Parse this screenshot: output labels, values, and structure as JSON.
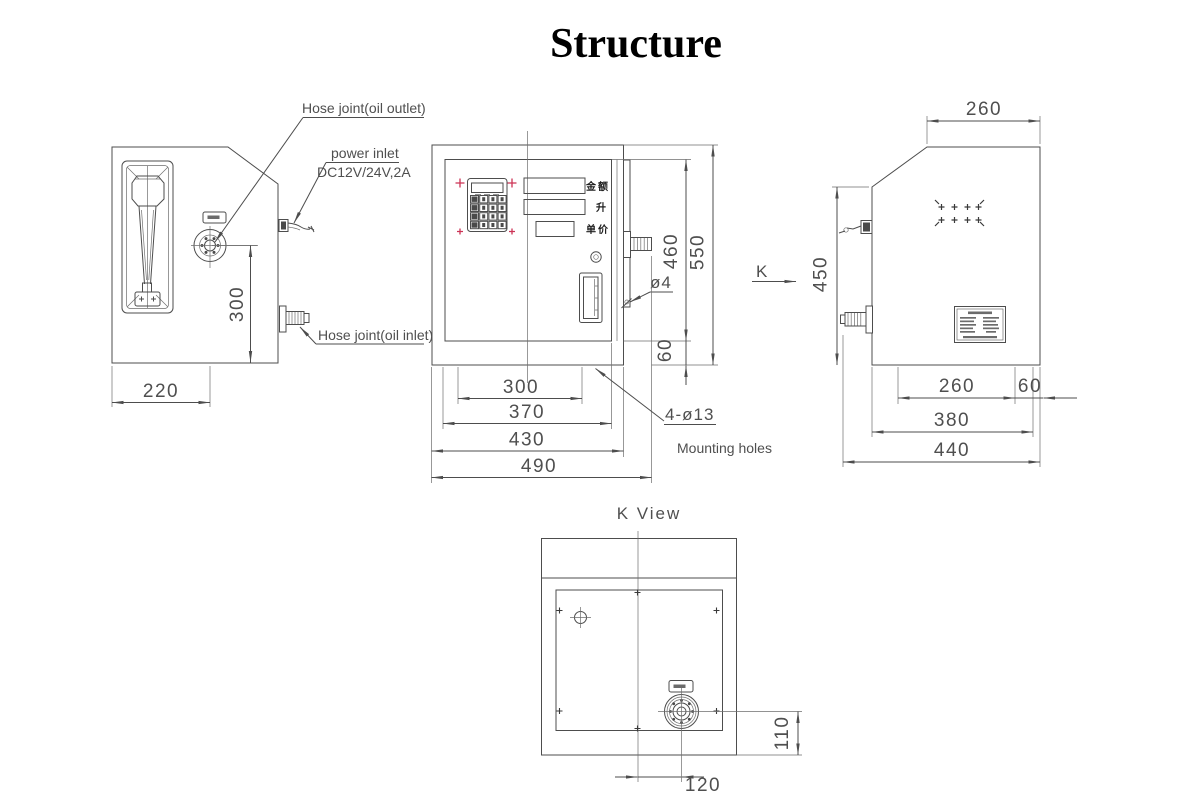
{
  "title": "Structure",
  "views": {
    "left": {
      "labels": {
        "hose_outlet": "Hose joint(oil outlet)",
        "power_inlet": "power inlet",
        "power_spec": "DC12V/24V,2A",
        "hose_inlet": "Hose joint(oil inlet)"
      },
      "dims": {
        "nozzle_offset": "220",
        "inlet_height": "300"
      }
    },
    "front": {
      "display_labels": {
        "amount": "金额",
        "volume": "升",
        "unit_price": "单价"
      },
      "dims": {
        "d460": "460",
        "d550": "550",
        "d60": "60",
        "hole": "ø4",
        "d300": "300",
        "d370": "370",
        "d430": "430",
        "d490": "490"
      },
      "note1": "4-ø13",
      "note2": "Mounting holes"
    },
    "right": {
      "k": "K",
      "dims": {
        "d260_top": "260",
        "d450": "450",
        "d260": "260",
        "d60": "60",
        "d380": "380",
        "d440": "440"
      }
    },
    "k_view": {
      "title": "K View",
      "dims": {
        "d110": "110",
        "d120": "120"
      }
    }
  }
}
